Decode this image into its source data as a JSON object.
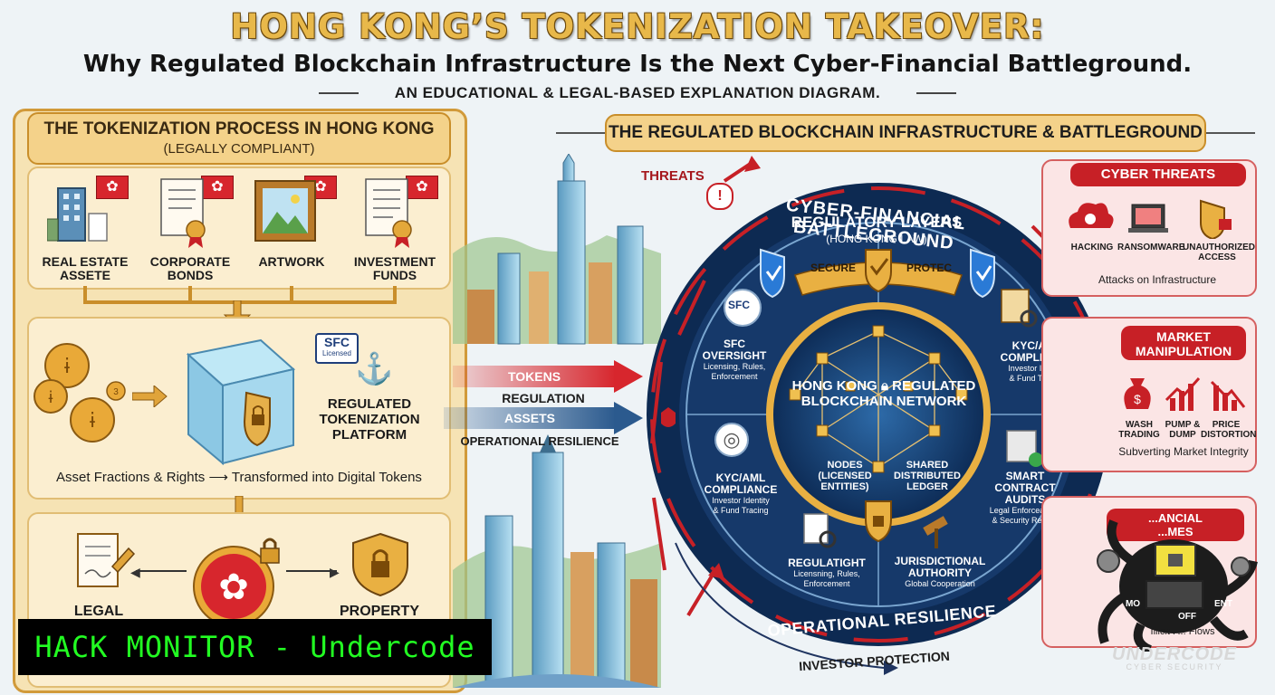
{
  "header": {
    "title": "HONG KONG’S TOKENIZATION TAKEOVER:",
    "subtitle": "Why Regulated Blockchain Infrastructure Is the Next Cyber-Financial Battleground.",
    "note": "AN EDUCATIONAL & LEGAL-BASED EXPLANATION DIAGRAM."
  },
  "left": {
    "title": "THE TOKENIZATION PROCESS IN HONG KONG",
    "subtitle": "(LEGALLY COMPLIANT)",
    "assets": [
      {
        "l1": "REAL ESTATE",
        "l2": "ASSETE"
      },
      {
        "l1": "CORPORATE",
        "l2": "BONDS"
      },
      {
        "l1": "ARTWORK",
        "l2": ""
      },
      {
        "l1": "INVESTMENT",
        "l2": "FUNDS"
      }
    ],
    "sfc_badge": "SFC",
    "sfc_badge_sub": "Licensed",
    "platform": [
      "REGULATED",
      "TOKENIZATION",
      "PLATFORM"
    ],
    "fractions_caption": "Asset Fractions & Rights ⟶ Transformed into Digital Tokens",
    "bottom_left": "LEGAL",
    "bottom_right": "PROPERTY"
  },
  "middle": {
    "bands": [
      "TOKENS",
      "REGULATION",
      "ASSETS",
      "OPERATIONAL RESILIENCE"
    ]
  },
  "right": {
    "title": "THE REGULATED BLOCKCHAIN INFRASTRUCTURE & BATTLEGROUND",
    "threats_label": "THREATS",
    "ring_top": "CYBER-FINANCIAL BATTLEGROUND",
    "ring_bottom": "OPERATIONAL RESILIENCE",
    "reg_title": "REGULATORY LAYERS",
    "reg_sub": "(HONG KONG LAW)",
    "ribbon_left": "SECURE",
    "ribbon_right": "PROTEC",
    "core_l1": "HONG KONG",
    "core_l2": "REGULATED",
    "core_l3": "BLOCKCHAIN NETWORK",
    "nodes": [
      "NODES",
      "(LICENSED",
      "ENTITIES)"
    ],
    "ledger": [
      "SHARED",
      "DISTRIBUTED",
      "LEDGER"
    ],
    "sfc_icon": "SFC",
    "segments": {
      "sfc": {
        "title": [
          "SFC",
          "OVERSIGHT"
        ],
        "desc": [
          "Licensing, Rules,",
          "Enforcement"
        ]
      },
      "kyc_right": {
        "title": [
          "KYC/AML",
          "COMPLIANCE"
        ],
        "desc": [
          "Investor Identity",
          "& Fund Tracing"
        ]
      },
      "kyc_left": {
        "title": [
          "KYC/AML",
          "COMPLIANCE"
        ],
        "desc": [
          "Investor Identity",
          "& Fund Tracing"
        ]
      },
      "smart": {
        "title": [
          "SMART",
          "CONTRACT",
          "AUDITS"
        ],
        "desc": [
          "Legal Enforceability",
          "& Security Review"
        ]
      },
      "regulat": {
        "title": [
          "REGULATIGHT"
        ],
        "desc": [
          "Licensning, Rules,",
          "Enforcement"
        ]
      },
      "juris": {
        "title": [
          "JURISDICTIONAL",
          "AUTHORITY"
        ],
        "desc": [
          "Global Cooperation"
        ]
      }
    },
    "investor": "INVESTOR PROTECTION",
    "cyber": {
      "title": "CYBER THREATS",
      "items": [
        "HACKING",
        "RANSOMWARE",
        "UNAUTHORIZED",
        "ACCESS"
      ],
      "caption": "Attacks on Infrastructure"
    },
    "market": {
      "title_l1": "MARKET",
      "title_l2": "MANIPULATION",
      "items": [
        [
          "WASH",
          "TRADING"
        ],
        [
          "PUMP &",
          "DUMP"
        ],
        [
          "PRICE",
          "DISTORTION"
        ]
      ],
      "caption": "Subverting Market Integrity"
    },
    "financial": {
      "title_l1": "...ANCIAL",
      "title_l2": "...MES",
      "frag1": "MO",
      "frag2": "OFF",
      "frag3": "ENT",
      "caption": "Illicit F... Flows"
    },
    "brand": "UNDERCODE",
    "brand_sub": "CYBER SECURITY"
  },
  "overlay": {
    "hack_monitor": "HACK MONITOR - Undercode"
  }
}
